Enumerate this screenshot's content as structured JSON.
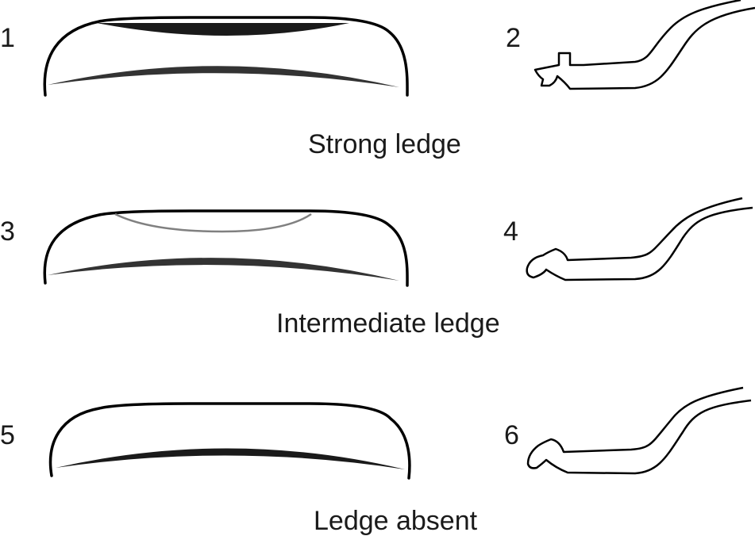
{
  "figure_labels": {
    "row1_left": "1",
    "row1_right": "2",
    "row2_left": "3",
    "row2_right": "4",
    "row3_left": "5",
    "row3_right": "6"
  },
  "captions": {
    "strong": "Strong ledge",
    "intermediate": "Intermediate ledge",
    "absent": "Ledge absent"
  },
  "colors": {
    "line": "#000000",
    "lens_dark": "#1a1a1a",
    "lens_mid": "#333333",
    "ledge_intermediate": "#808080",
    "text": "#1a1a1a"
  }
}
